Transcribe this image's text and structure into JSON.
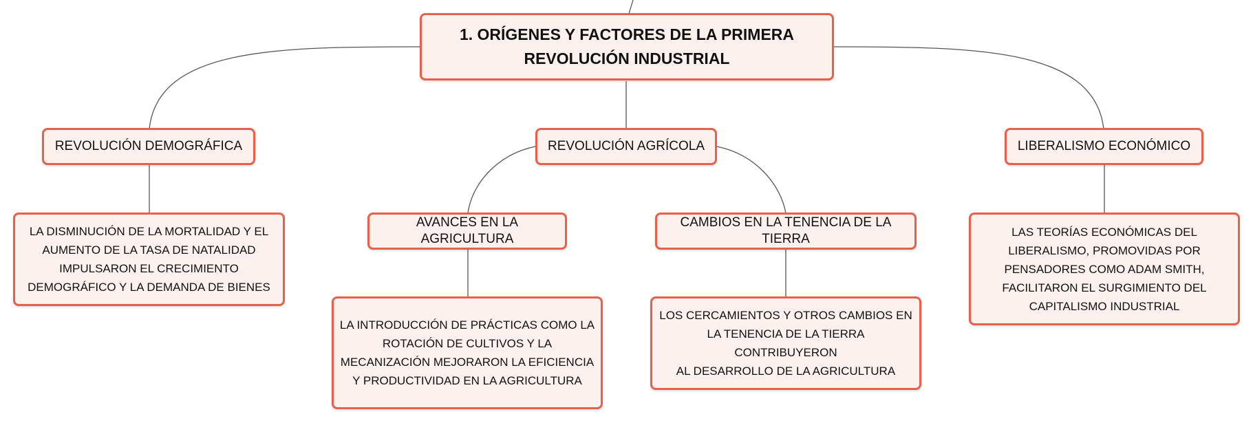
{
  "root": {
    "line1": "1. ORÍGENES Y FACTORES DE LA PRIMERA",
    "line2": "REVOLUCIÓN INDUSTRIAL"
  },
  "branches": {
    "demografica": {
      "title": "REVOLUCIÓN DEMOGRÁFICA",
      "detail": [
        "LA DISMINUCIÓN DE LA MORTALIDAD Y EL",
        "AUMENTO DE LA TASA DE NATALIDAD",
        "IMPULSARON EL CRECIMIENTO",
        "DEMOGRÁFICO Y LA DEMANDA DE BIENES"
      ]
    },
    "agricola": {
      "title": "REVOLUCIÓN AGRÍCOLA",
      "avances": {
        "title": "AVANCES EN LA AGRICULTURA",
        "detail": [
          "LA INTRODUCCIÓN DE PRÁCTICAS COMO LA",
          "ROTACIÓN DE CULTIVOS Y LA",
          "MECANIZACIÓN MEJORARON LA EFICIENCIA",
          "Y PRODUCTIVIDAD EN LA AGRICULTURA"
        ]
      },
      "tenencia": {
        "title": "CAMBIOS EN LA TENENCIA DE LA TIERRA",
        "detail": [
          "LOS CERCAMIENTOS Y OTROS CAMBIOS EN",
          "LA TENENCIA DE LA TIERRA CONTRIBUYERON",
          "AL DESARROLLO DE LA AGRICULTURA"
        ]
      }
    },
    "liberalismo": {
      "title": "LIBERALISMO ECONÓMICO",
      "detail": [
        "LAS TEORÍAS ECONÓMICAS DEL",
        "LIBERALISMO, PROMOVIDAS POR",
        "PENSADORES COMO ADAM SMITH,",
        "FACILITARON EL SURGIMIENTO DEL",
        "CAPITALISMO INDUSTRIAL"
      ]
    }
  },
  "colors": {
    "node_fill": "#fdf1ed",
    "node_border": "#e8604a",
    "connector": "#555555"
  }
}
